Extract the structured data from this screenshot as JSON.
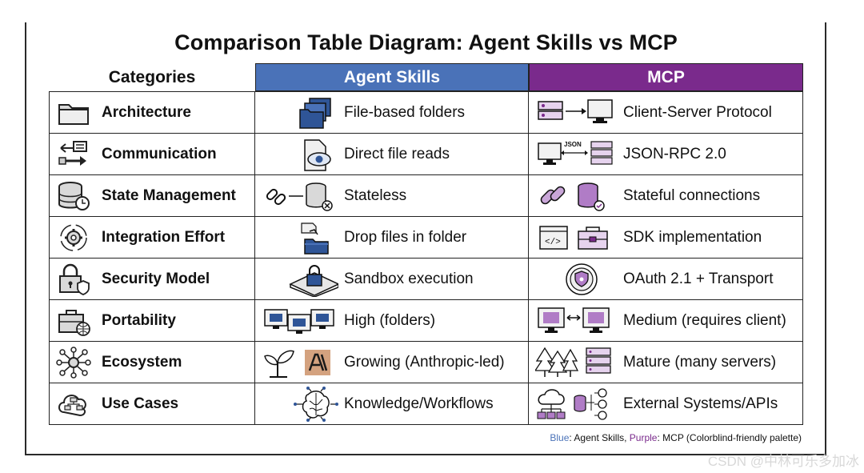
{
  "title": "Comparison Table Diagram: Agent Skills vs MCP",
  "colors": {
    "skills": "#4a72b8",
    "mcp": "#7a2a8c",
    "border": "#222222"
  },
  "headers": {
    "categories": "Categories",
    "skills": "Agent Skills",
    "mcp": "MCP"
  },
  "rows": [
    {
      "category": "Architecture",
      "category_icon": "folder-icon",
      "skills": "File-based folders",
      "skills_icon": "stacked-folders-icon",
      "mcp": "Client-Server Protocol",
      "mcp_icon": "server-to-monitor-icon"
    },
    {
      "category": "Communication",
      "category_icon": "exchange-arrows-icon",
      "skills": "Direct file reads",
      "skills_icon": "file-eye-icon",
      "mcp": "JSON-RPC 2.0",
      "mcp_icon": "json-rpc-icon"
    },
    {
      "category": "State Management",
      "category_icon": "database-clock-icon",
      "skills": "Stateless",
      "skills_icon": "broken-link-database-icon",
      "mcp": "Stateful connections",
      "mcp_icon": "link-database-icon"
    },
    {
      "category": "Integration Effort",
      "category_icon": "gear-cycle-icon",
      "skills": "Drop files in folder",
      "skills_icon": "hand-drop-file-icon",
      "mcp": "SDK implementation",
      "mcp_icon": "code-toolbox-icon"
    },
    {
      "category": "Security Model",
      "category_icon": "lock-shield-icon",
      "skills": "Sandbox execution",
      "skills_icon": "sandbox-lock-icon",
      "mcp": "OAuth 2.1 + Transport",
      "mcp_icon": "oauth-badge-icon"
    },
    {
      "category": "Portability",
      "category_icon": "briefcase-globe-icon",
      "skills": "High (folders)",
      "skills_icon": "three-monitors-icon",
      "mcp": "Medium (requires client)",
      "mcp_icon": "two-monitors-icon"
    },
    {
      "category": "Ecosystem",
      "category_icon": "network-hub-icon",
      "skills": "Growing (Anthropic-led)",
      "skills_icon": "sprout-anthropic-icon",
      "mcp": "Mature (many servers)",
      "mcp_icon": "forest-servers-icon"
    },
    {
      "category": "Use Cases",
      "category_icon": "cloud-flowchart-icon",
      "skills": "Knowledge/Workflows",
      "skills_icon": "brain-circuit-icon",
      "mcp": "External Systems/APIs",
      "mcp_icon": "cloud-database-gear-icon"
    }
  ],
  "legend": {
    "blue_word": "Blue",
    "blue_text": ": Agent Skills, ",
    "purple_word": "Purple",
    "purple_text": ": MCP (Colorblind-friendly palette)"
  },
  "watermark": "CSDN @中林可乐多加冰"
}
